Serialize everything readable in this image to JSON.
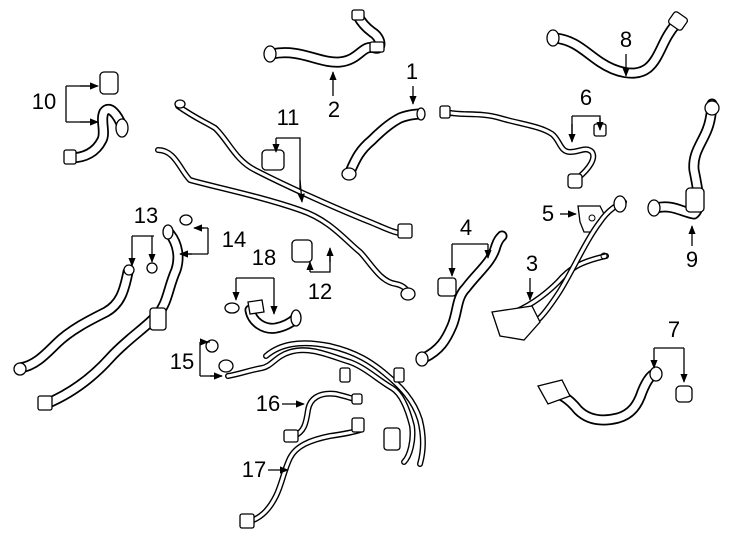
{
  "diagram": {
    "background": "#ffffff",
    "line_color": "#000000",
    "callouts": [
      {
        "id": "1",
        "text": "1"
      },
      {
        "id": "2",
        "text": "2"
      },
      {
        "id": "3",
        "text": "3"
      },
      {
        "id": "4",
        "text": "4"
      },
      {
        "id": "5",
        "text": "5"
      },
      {
        "id": "6",
        "text": "6"
      },
      {
        "id": "7",
        "text": "7"
      },
      {
        "id": "8",
        "text": "8"
      },
      {
        "id": "9",
        "text": "9"
      },
      {
        "id": "10",
        "text": "10"
      },
      {
        "id": "11",
        "text": "11"
      },
      {
        "id": "12",
        "text": "12"
      },
      {
        "id": "13",
        "text": "13"
      },
      {
        "id": "14",
        "text": "14"
      },
      {
        "id": "15",
        "text": "15"
      },
      {
        "id": "16",
        "text": "16"
      },
      {
        "id": "17",
        "text": "17"
      },
      {
        "id": "18",
        "text": "18"
      }
    ]
  }
}
